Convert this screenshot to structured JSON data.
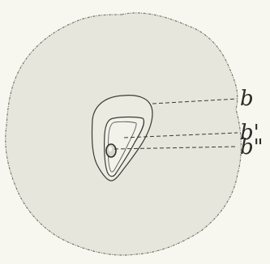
{
  "labels": {
    "outer": "b",
    "middle": "b'",
    "inner": "b\""
  },
  "colors": {
    "paper": "#f7f6ef",
    "disc_fill": "#e6e6dc",
    "ink": "#3a3a34",
    "chamber_fill": "#f2f1ea"
  }
}
